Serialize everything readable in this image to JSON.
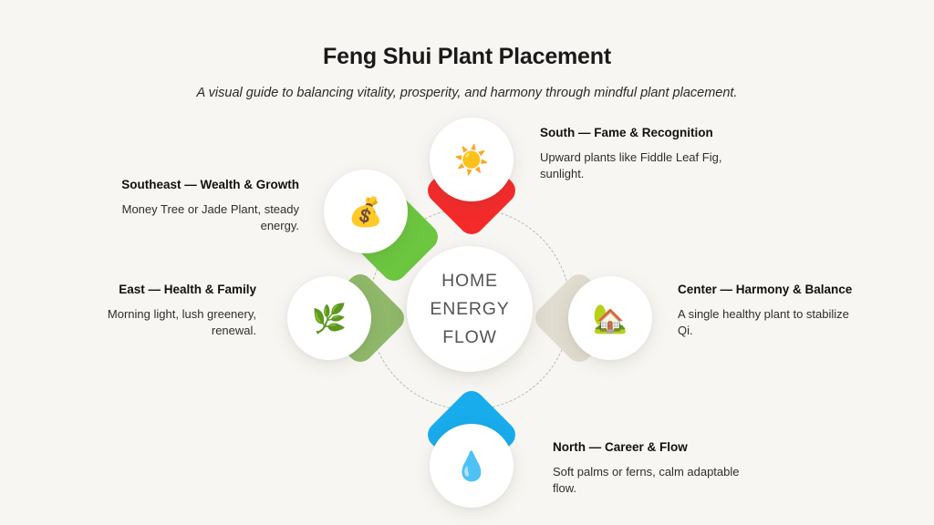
{
  "header": {
    "title": "Feng Shui Plant Placement",
    "subtitle": "A visual guide to balancing vitality, prosperity, and harmony through mindful plant placement."
  },
  "hub": {
    "line1": "HOME",
    "line2": "ENERGY",
    "line3": "FLOW",
    "text_color": "#555555"
  },
  "background_color": "#f7f6f2",
  "ring": {
    "style": "dashed",
    "color": "#b9b6ae"
  },
  "nodes": [
    {
      "id": "south",
      "title": "South — Fame & Recognition",
      "description": "Upward plants like Fiddle Leaf Fig, sunlight.",
      "icon": "sun-icon",
      "glyph": "☀️",
      "accent_color": "#f42a2a",
      "direction": "down",
      "label_align": "left"
    },
    {
      "id": "southeast",
      "title": "Southeast — Wealth & Growth",
      "description": "Money Tree or Jade Plant, steady energy.",
      "icon": "money-bag-icon",
      "glyph": "💰",
      "accent_color": "#6cc63f",
      "direction": "down-right",
      "label_align": "right"
    },
    {
      "id": "east",
      "title": "East — Health & Family",
      "description": "Morning light, lush greenery, renewal.",
      "icon": "herb-icon",
      "glyph": "🌿",
      "accent_color": "#8fb86a",
      "direction": "right",
      "label_align": "right"
    },
    {
      "id": "center",
      "title": "Center — Harmony & Balance",
      "description": "A single healthy plant to stabilize Qi.",
      "icon": "house-icon",
      "glyph": "🏡",
      "accent_color": "#e0dccf",
      "direction": "left",
      "label_align": "left"
    },
    {
      "id": "north",
      "title": "North — Career & Flow",
      "description": "Soft palms or ferns, calm adaptable flow.",
      "icon": "water-droplet-icon",
      "glyph": "💧",
      "accent_color": "#18acec",
      "direction": "up",
      "label_align": "left"
    }
  ]
}
